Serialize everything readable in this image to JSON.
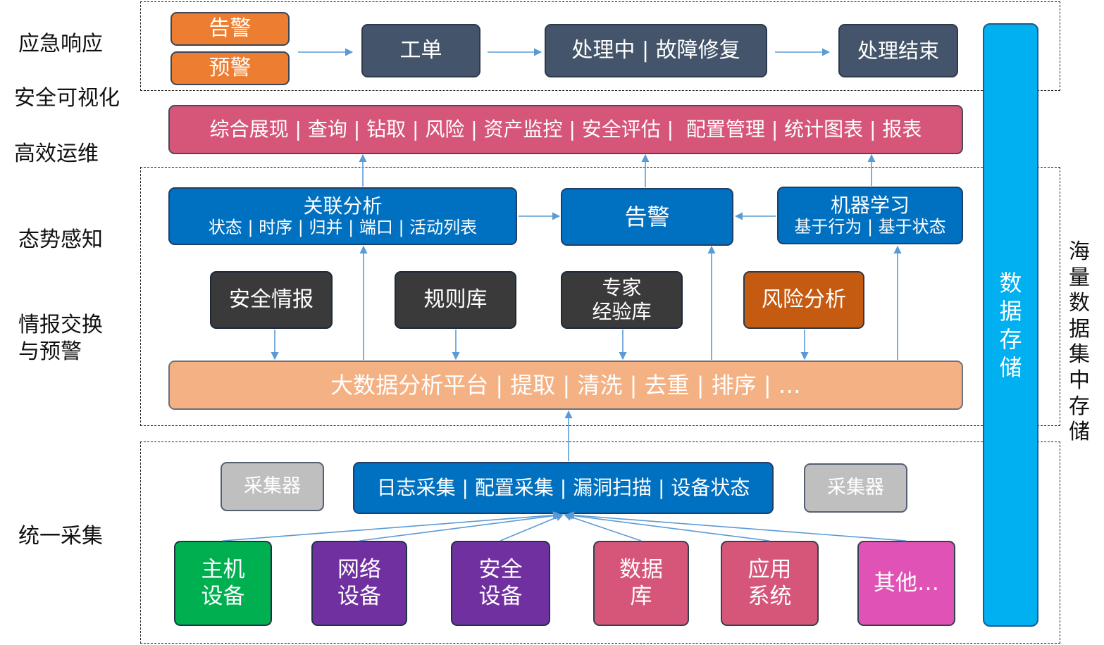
{
  "layers": {
    "emergency": "应急响应",
    "visual": "安全可视化",
    "ops": "高效运维",
    "awareness": "态势感知",
    "intel_1": "情报交换",
    "intel_2": "与预警",
    "collect": "统一采集"
  },
  "response": {
    "alarm": "告警",
    "warning": "预警",
    "ticket": "工单",
    "processing": "处理中 | 故障修复",
    "done": "处理结束"
  },
  "visual_bar": "综合展现 | 查询 | 钻取 | 风险 | 资产监控 | 安全评估 |  配置管理 | 统计图表 | 报表",
  "analysis": {
    "correlation_title": "关联分析",
    "correlation_sub": "状态 | 时序 | 归并 | 端口 | 活动列表",
    "alert": "告警",
    "ml_title": "机器学习",
    "ml_sub": "基于行为 | 基于状态"
  },
  "intel": {
    "security_intel": "安全情报",
    "rules": "规则库",
    "expert_1": "专家",
    "expert_2": "经验库",
    "risk": "风险分析"
  },
  "platform": "大数据分析平台 | 提取 | 清洗 | 去重 | 排序 | …",
  "collection": {
    "collector_left": "采集器",
    "methods": "日志采集 | 配置采集 | 漏洞扫描 | 设备状态",
    "collector_right": "采集器"
  },
  "sources": {
    "host_1": "主机",
    "host_2": "设备",
    "network_1": "网络",
    "network_2": "设备",
    "security_1": "安全",
    "security_2": "设备",
    "db_1": "数据",
    "db_2": "库",
    "app_1": "应用",
    "app_2": "系统",
    "other": "其他…"
  },
  "storage": [
    "数",
    "据",
    "存",
    "储"
  ],
  "storage_side": [
    "海",
    "量",
    "数",
    "据",
    "集",
    "中",
    "存",
    "储"
  ],
  "colors": {
    "orange": "#ed7d31",
    "slate": "#44546a",
    "pink": "#d6567a",
    "blue": "#0070c0",
    "dark": "#3a3a3a",
    "rust": "#c55a11",
    "peach": "#f4b183",
    "gray": "#bfbfbf",
    "green": "#00b050",
    "purple": "#7030a0",
    "magenta": "#e052b5",
    "cyan": "#00b0f0",
    "arrow": "#5b9bd5"
  }
}
